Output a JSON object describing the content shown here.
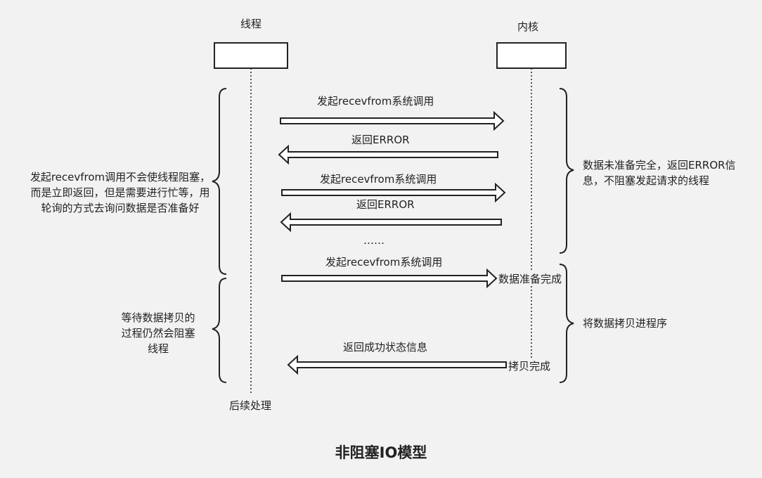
{
  "lanes": {
    "thread": "线程",
    "kernel": "内核"
  },
  "messages": {
    "m1": "发起recevfrom系统调用",
    "m2": "返回ERROR",
    "m3": "发起recevfrom系统调用",
    "m4": "返回ERROR",
    "ellipsis": "……",
    "m5": "发起recevfrom系统调用",
    "m6": "返回成功状态信息"
  },
  "kernel_events": {
    "data_ready": "数据准备完成",
    "copy_done": "拷贝完成"
  },
  "notes": {
    "left_top": "发起recevfrom调用不会使线程阻塞，而是立即返回，但是需要进行忙等，用轮询的方式去询问数据是否准备好",
    "left_bottom": "等待数据拷贝的过程仍然会阻塞线程",
    "right_top": "数据未准备完全，返回ERROR信息，不阻塞发起请求的线程",
    "right_bottom": "将数据拷贝进程序"
  },
  "footer": "后续处理",
  "title": "非阻塞IO模型"
}
